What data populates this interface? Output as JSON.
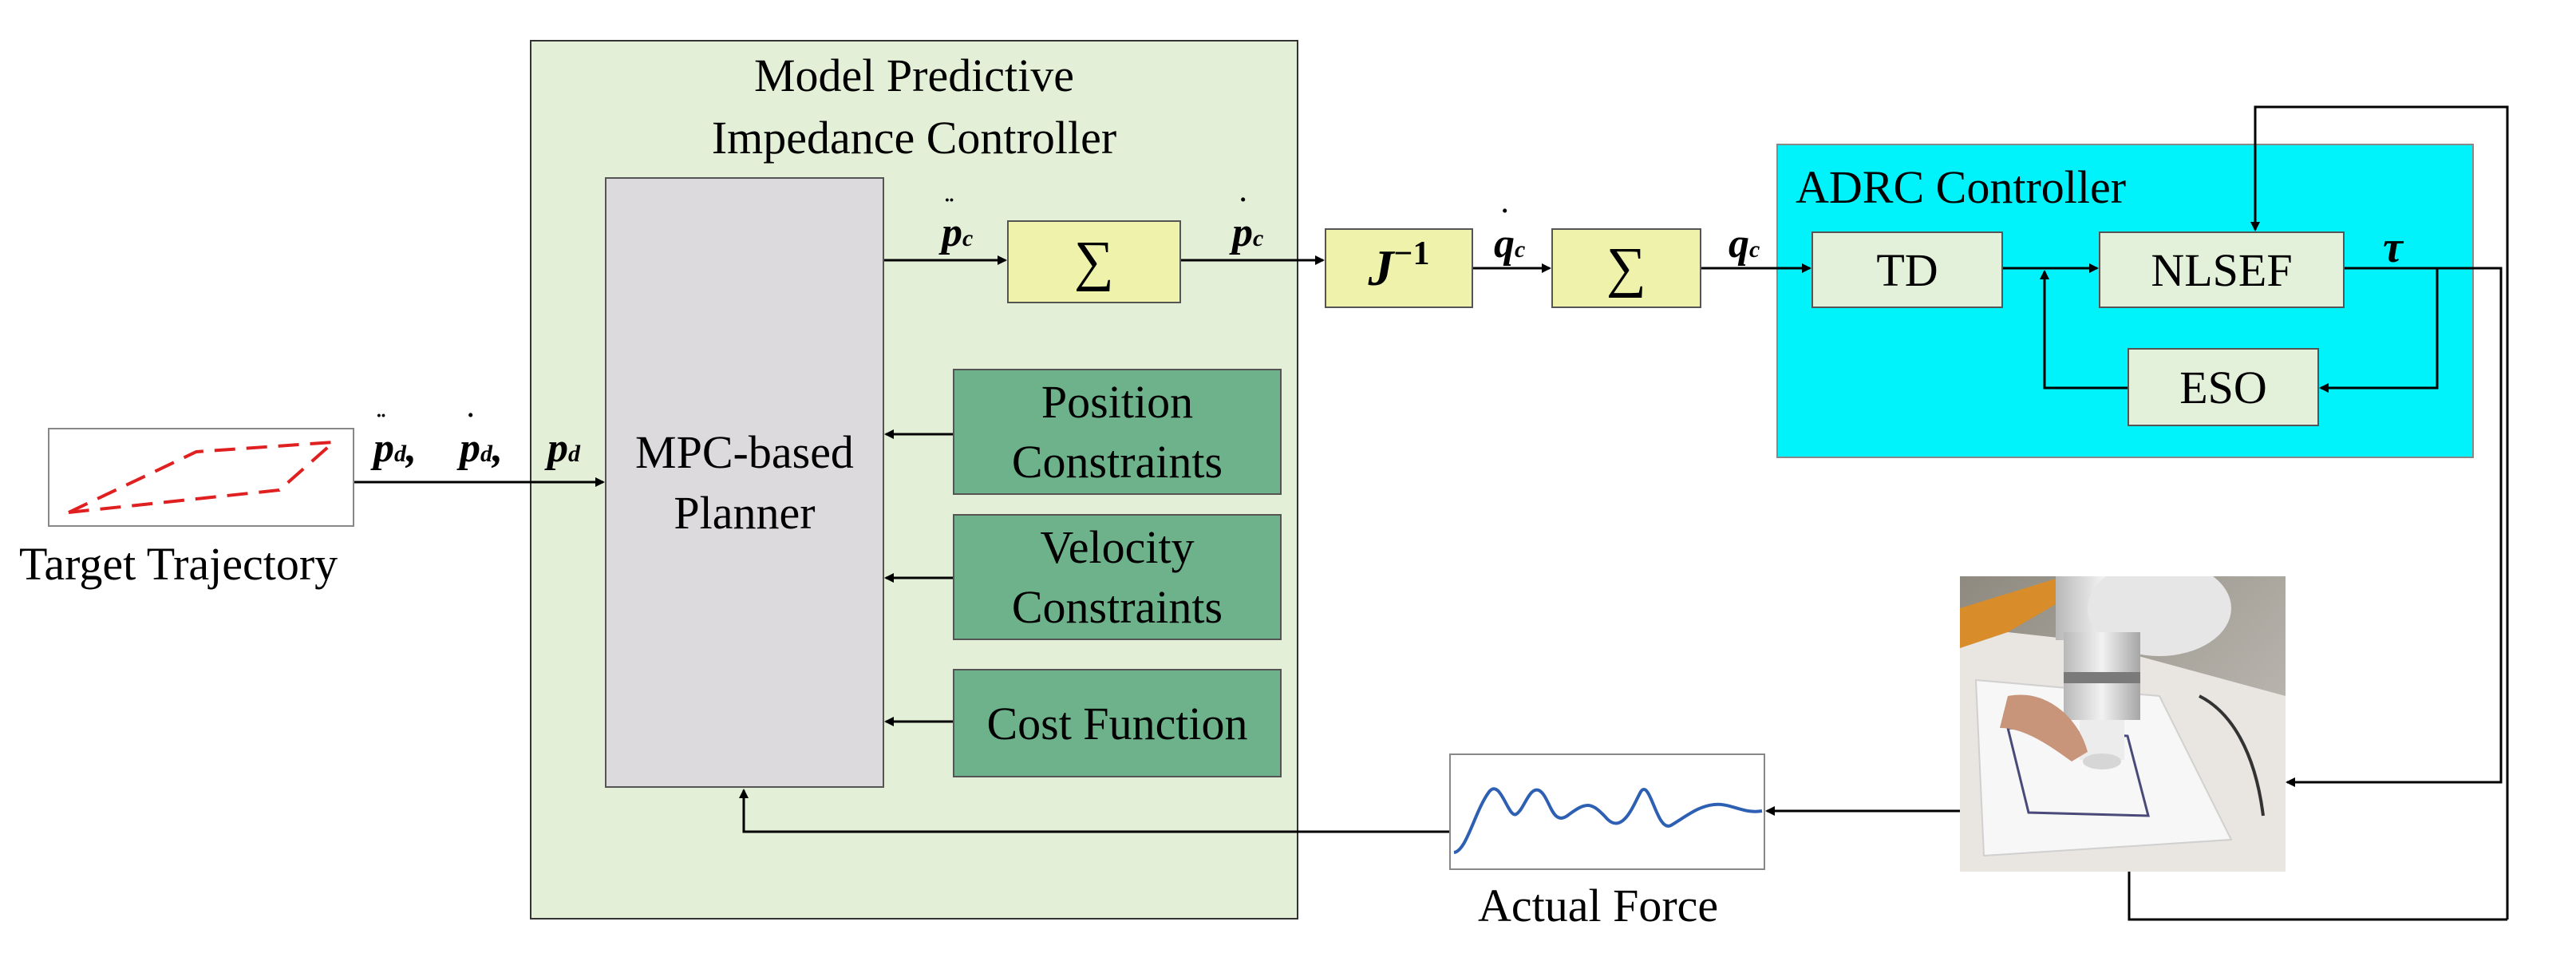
{
  "mpic": {
    "title_line1": "Model Predictive",
    "title_line2": "Impedance Controller",
    "planner_line1": "MPC-based",
    "planner_line2": "Planner",
    "position_line1": "Position",
    "position_line2": "Constraints",
    "velocity_line1": "Velocity",
    "velocity_line2": "Constraints",
    "cost": "Cost Function"
  },
  "sum_symbol": "∑",
  "jacobian": {
    "base": "J",
    "sup": "−1"
  },
  "signals": {
    "p_c_ddot": {
      "base": "p",
      "sub": "c"
    },
    "p_c_dot": {
      "base": "p",
      "sub": "c"
    },
    "q_c_dot": {
      "base": "q",
      "sub": "c"
    },
    "q_c": {
      "base": "q",
      "sub": "c"
    },
    "tau": "τ",
    "inputs": {
      "pdd": {
        "base": "p",
        "sub": "d"
      },
      "pd_dot": {
        "base": "p",
        "sub": "d"
      },
      "pd": {
        "base": "p",
        "sub": "d"
      },
      "sep": ","
    }
  },
  "adrc": {
    "title": "ADRC Controller",
    "td": "TD",
    "nlsef": "NLSEF",
    "eso": "ESO"
  },
  "target_label": "Target Trajectory",
  "force_label": "Actual Force",
  "colors": {
    "mpic_bg": "#e4efd8",
    "planner_bg": "#dcdadc",
    "constraint_bg": "#6db28a",
    "sum_bg": "#eef2ab",
    "adrc_bg": "#00f2fa",
    "adrc_box_bg": "#e3f0da",
    "trajectory": "#e02020",
    "force": "#2d5fb3"
  }
}
